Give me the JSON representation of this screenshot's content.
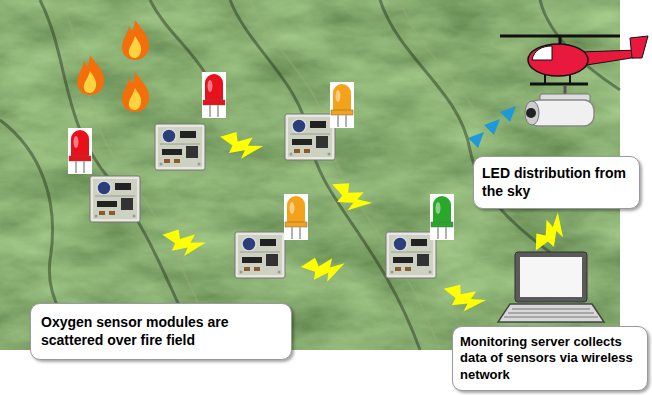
{
  "diagram": {
    "nodes": [
      {
        "text": [
          "LED distribution from the sky"
        ]
      },
      {
        "text": [
          "Oxygen sensor modules are scattered over fire field"
        ]
      },
      {
        "text": [
          "Monitoring server collects data of sensors via wireless network"
        ]
      }
    ]
  }
}
